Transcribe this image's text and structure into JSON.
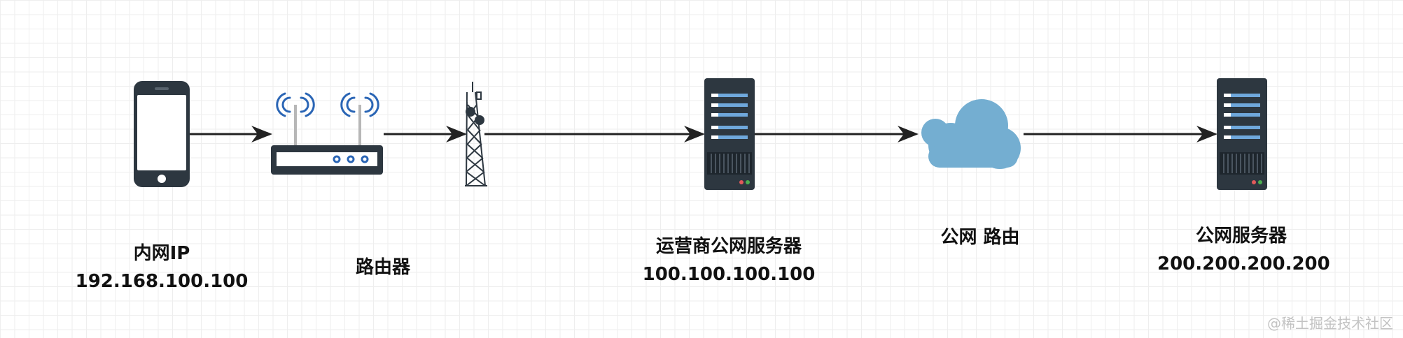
{
  "nodes": [
    {
      "id": "phone",
      "icon": "smartphone-icon",
      "lines": [
        "内网IP",
        "192.168.100.100"
      ]
    },
    {
      "id": "router",
      "icon": "wifi-router-icon",
      "lines": [
        "路由器"
      ]
    },
    {
      "id": "tower",
      "icon": "cell-tower-icon",
      "lines": []
    },
    {
      "id": "isp-server",
      "icon": "server-rack-icon",
      "lines": [
        "运营商公网服务器",
        "100.100.100.100"
      ]
    },
    {
      "id": "cloud",
      "icon": "cloud-icon",
      "lines": [
        "公网 路由"
      ]
    },
    {
      "id": "public-server",
      "icon": "server-rack-icon",
      "lines": [
        "公网服务器",
        "200.200.200.200"
      ]
    }
  ],
  "edges": [
    {
      "from": "phone",
      "to": "router"
    },
    {
      "from": "router",
      "to": "tower"
    },
    {
      "from": "tower",
      "to": "isp-server"
    },
    {
      "from": "isp-server",
      "to": "cloud"
    },
    {
      "from": "cloud",
      "to": "public-server"
    }
  ],
  "colors": {
    "edge": "#222222",
    "device_dark": "#2d3740",
    "server_stripe": "#6fa8dc",
    "wifi_signal": "#2a65b5",
    "cloud": "#74aed1",
    "led_red": "#e35a5a",
    "led_green": "#4caf50"
  },
  "watermark": "@稀土掘金技术社区"
}
